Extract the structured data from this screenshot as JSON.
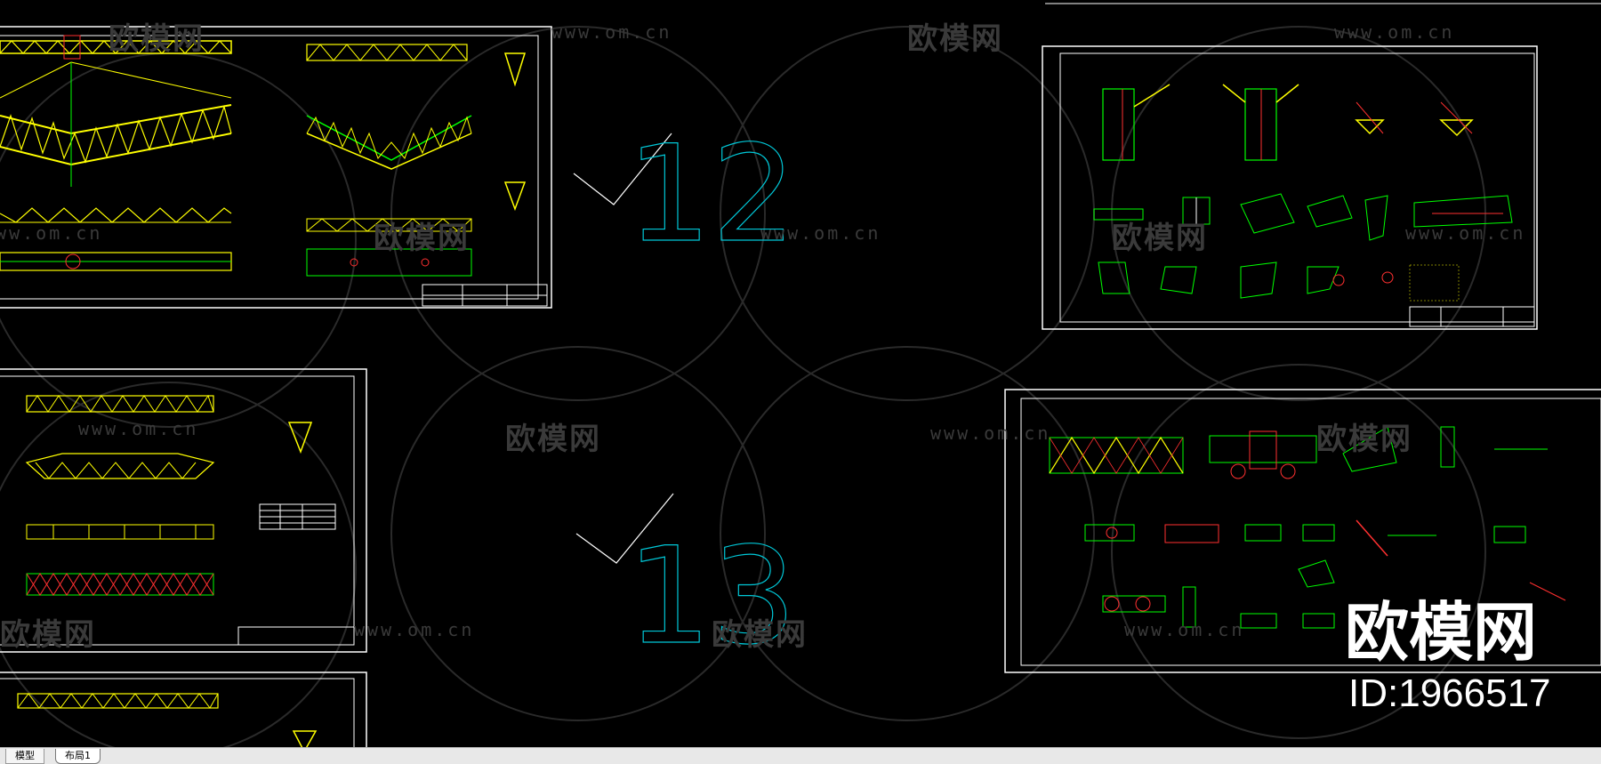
{
  "watermark": {
    "brand": "欧模网",
    "url": "www.om.cn"
  },
  "overlay": {
    "logo": "欧模网",
    "id_text": "ID:1966517"
  },
  "drawing": {
    "sheet_numbers": [
      "12",
      "13"
    ],
    "colors": {
      "background": "#000000",
      "frame": "#ffffff",
      "steel": "#ffff00",
      "outline": "#00ff00",
      "annotation": "#ff3030",
      "sheet_number": "#00c8d8"
    }
  },
  "tabs": [
    {
      "label": "模型"
    },
    {
      "label": "布局1"
    }
  ]
}
